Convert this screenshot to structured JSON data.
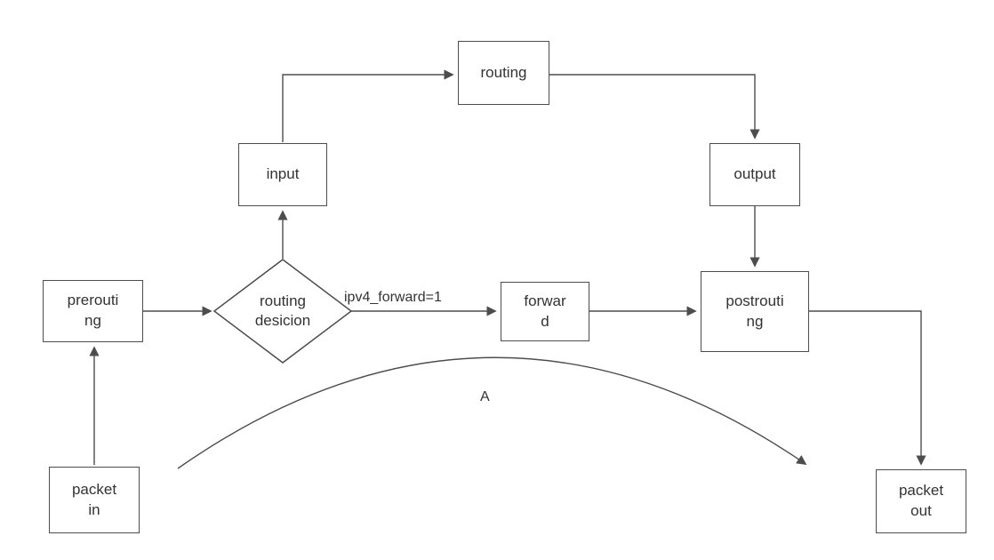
{
  "diagram": {
    "nodes": {
      "routing": {
        "label": "routing"
      },
      "input": {
        "label": "input"
      },
      "output": {
        "label": "output"
      },
      "prerouting": {
        "label": "prerouti\nng"
      },
      "routing_decision": {
        "label": "routing\ndesicion"
      },
      "forward": {
        "label": "forwar\nd"
      },
      "postrouting": {
        "label": "postrouti\nng"
      },
      "packet_in": {
        "label": "packet\nin"
      },
      "packet_out": {
        "label": "packet\nout"
      }
    },
    "edge_labels": {
      "forward_condition": "ipv4_forward=1",
      "bypass_arc": "A"
    },
    "colors": {
      "stroke": "#4d4d4d",
      "background": "#ffffff",
      "text": "#333333"
    }
  }
}
